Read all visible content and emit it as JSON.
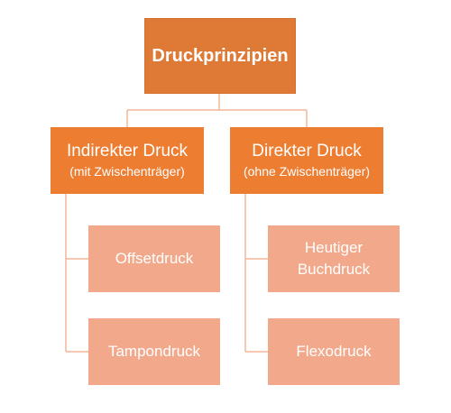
{
  "root": {
    "label": "Druckprinzipien"
  },
  "indirect": {
    "label": "Indirekter Druck",
    "sublabel": "(mit Zwischenträger)",
    "children": [
      "Offsetdruck",
      "Tampondruck"
    ]
  },
  "direct": {
    "label": "Direkter Druck",
    "sublabel": "(ohne Zwischenträger)",
    "children": [
      "Heutiger Buchdruck",
      "Flexodruck"
    ]
  },
  "colors": {
    "root": "#de7a36",
    "level1": "#ed7d31",
    "level2": "#f2a88a",
    "connector": "#f2b797",
    "text": "#ffffff"
  }
}
